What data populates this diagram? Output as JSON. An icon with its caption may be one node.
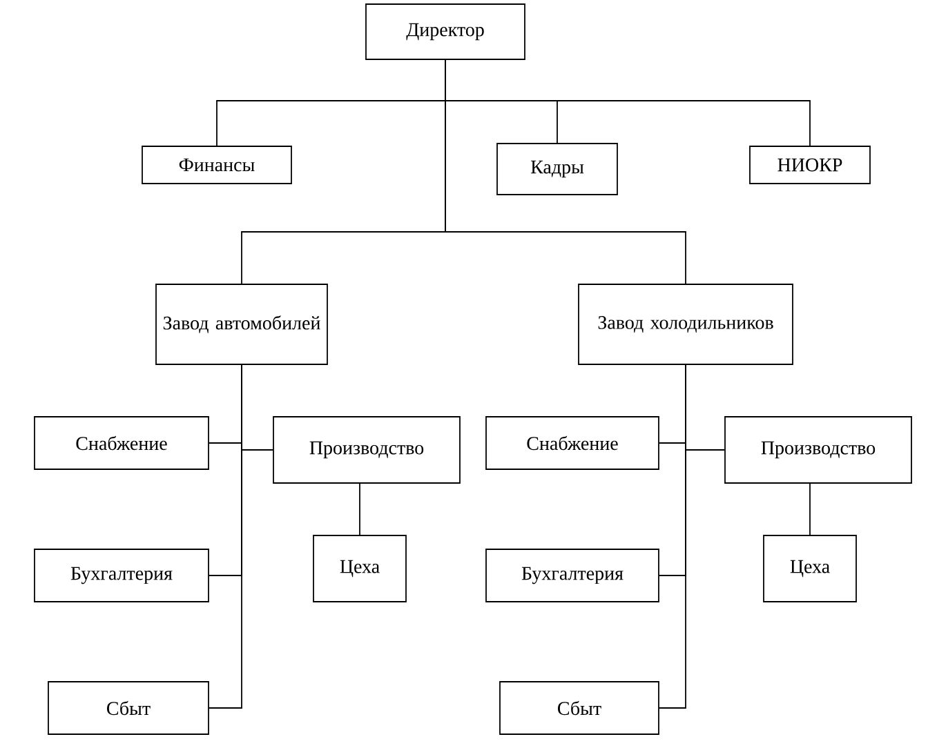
{
  "diagram": {
    "nodes": [
      {
        "text": [
          "Директор"
        ]
      },
      {
        "text": [
          "Финансы"
        ]
      },
      {
        "text": [
          "Кадры"
        ]
      },
      {
        "text": [
          "НИОКР"
        ]
      },
      {
        "text": [
          "Завод автомобилей"
        ]
      },
      {
        "text": [
          "Завод холодильников"
        ]
      },
      {
        "text": [
          "Снабжение"
        ]
      },
      {
        "text": [
          "Производство"
        ]
      },
      {
        "text": [
          "Цеха"
        ]
      },
      {
        "text": [
          "Бухгалтерия"
        ]
      },
      {
        "text": [
          "Сбыт"
        ]
      },
      {
        "text": [
          "Снабжение"
        ]
      },
      {
        "text": [
          "Производство"
        ]
      },
      {
        "text": [
          "Цеха"
        ]
      },
      {
        "text": [
          "Бухгалтерия"
        ]
      },
      {
        "text": [
          "Сбыт"
        ]
      }
    ],
    "edges": [
      {
        "from": 0,
        "to": 1,
        "arrow": "none"
      },
      {
        "from": 0,
        "to": 2,
        "arrow": "none"
      },
      {
        "from": 0,
        "to": 3,
        "arrow": "none"
      },
      {
        "from": 0,
        "to": 4,
        "arrow": "none"
      },
      {
        "from": 0,
        "to": 5,
        "arrow": "none"
      },
      {
        "from": 4,
        "to": 6,
        "arrow": "none"
      },
      {
        "from": 4,
        "to": 7,
        "arrow": "none"
      },
      {
        "from": 7,
        "to": 8,
        "arrow": "none"
      },
      {
        "from": 4,
        "to": 9,
        "arrow": "none"
      },
      {
        "from": 4,
        "to": 10,
        "arrow": "none"
      },
      {
        "from": 5,
        "to": 11,
        "arrow": "none"
      },
      {
        "from": 5,
        "to": 12,
        "arrow": "none"
      },
      {
        "from": 12,
        "to": 13,
        "arrow": "none"
      },
      {
        "from": 5,
        "to": 14,
        "arrow": "none"
      },
      {
        "from": 5,
        "to": 15,
        "arrow": "none"
      }
    ]
  }
}
